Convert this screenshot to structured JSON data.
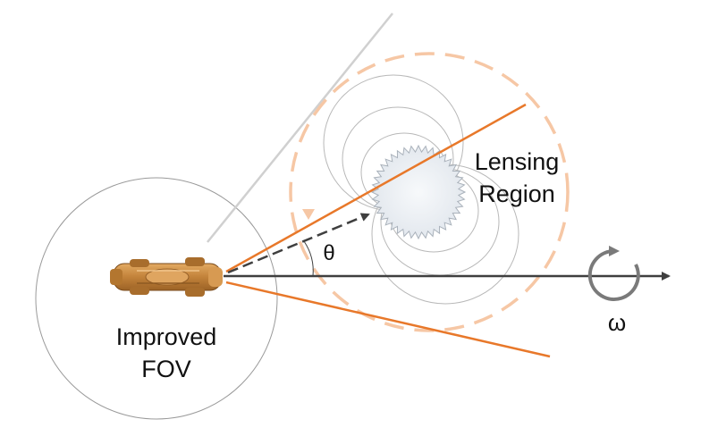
{
  "labels": {
    "fov_line1": "Improved",
    "fov_line2": "FOV",
    "lensing_line1": "Lensing",
    "lensing_line2": "Region",
    "theta": "θ",
    "omega": "ω"
  },
  "colors": {
    "orange": "#e8782a",
    "dashed_orange": "#f6c7a5",
    "gray_line": "#d0d0d0",
    "circle": "#9a9a9a",
    "axis": "#3f3f3f",
    "omega_arrow": "#7a7a7a",
    "lens_fill": "#eef1f4",
    "vehicle": "#c9893f"
  },
  "icons": {
    "vehicle": "car-topdown-icon",
    "rotation": "rotation-arrow-icon",
    "lens": "gravitational-lens-icon"
  }
}
